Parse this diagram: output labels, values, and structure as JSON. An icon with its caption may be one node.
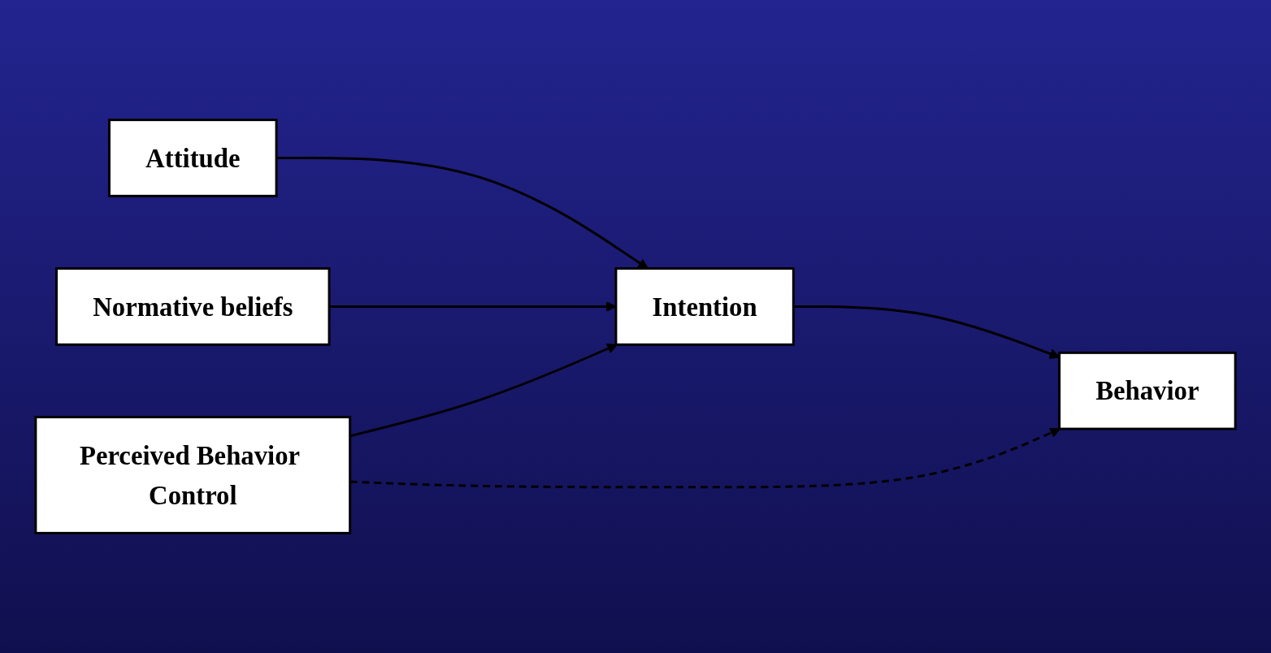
{
  "diagram": {
    "nodes": [
      {
        "text": [
          "Attitude"
        ]
      },
      {
        "text": [
          "Normative beliefs"
        ]
      },
      {
        "text": [
          "Perceived Behavior Control"
        ]
      },
      {
        "text": [
          "Intention"
        ]
      },
      {
        "text": [
          "Behavior"
        ]
      }
    ],
    "edges": [
      {
        "from": 0,
        "to": 3,
        "arrow": "to"
      },
      {
        "from": 1,
        "to": 3,
        "arrow": "to"
      },
      {
        "from": 2,
        "to": 3,
        "arrow": "to"
      },
      {
        "from": 3,
        "to": 4,
        "arrow": "to"
      },
      {
        "from": 2,
        "to": 4,
        "arrow": "to",
        "style": "dashed"
      }
    ]
  }
}
